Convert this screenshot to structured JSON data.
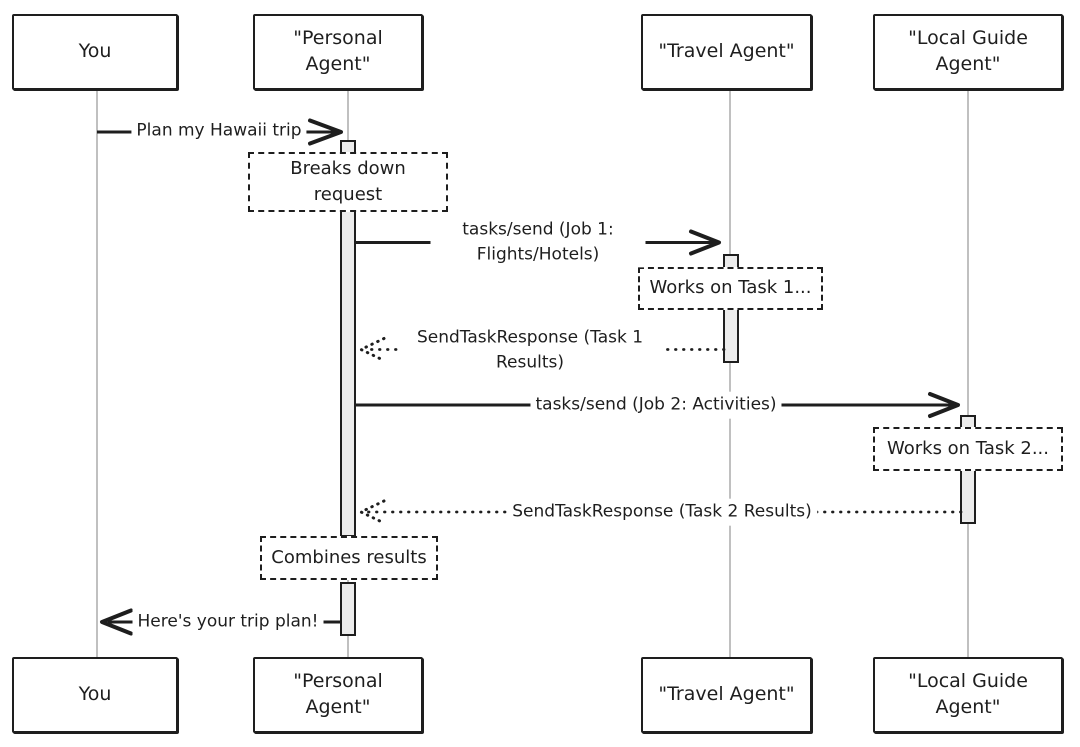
{
  "diagram": {
    "type": "sequence-diagram",
    "style": "hand-drawn",
    "participants": [
      {
        "id": "you",
        "label": "You"
      },
      {
        "id": "personal",
        "label": "\"Personal Agent\""
      },
      {
        "id": "travel",
        "label": "\"Travel Agent\""
      },
      {
        "id": "local",
        "label": "\"Local Guide Agent\""
      }
    ],
    "messages": [
      {
        "label": "Plan my Hawaii trip",
        "from": "you",
        "to": "personal",
        "line": "solid"
      },
      {
        "label": "tasks/send (Job 1: Flights/Hotels)",
        "from": "personal",
        "to": "travel",
        "line": "solid"
      },
      {
        "label": "SendTaskResponse (Task 1 Results)",
        "from": "travel",
        "to": "personal",
        "line": "dotted"
      },
      {
        "label": "tasks/send (Job 2: Activities)",
        "from": "personal",
        "to": "local",
        "line": "solid"
      },
      {
        "label": "SendTaskResponse (Task 2 Results)",
        "from": "local",
        "to": "personal",
        "line": "dotted"
      },
      {
        "label": "Here's your trip plan!",
        "from": "personal",
        "to": "you",
        "line": "solid"
      }
    ],
    "notes": [
      {
        "label": "Breaks down request",
        "over": "personal"
      },
      {
        "label": "Works on Task 1...",
        "over": "travel"
      },
      {
        "label": "Works on Task 2...",
        "over": "local"
      },
      {
        "label": "Combines results",
        "over": "personal"
      }
    ],
    "colors": {
      "stroke": "#1e1e1e",
      "lifeline": "#ababab",
      "activation_fill": "#ececec",
      "background": "#ffffff"
    }
  }
}
